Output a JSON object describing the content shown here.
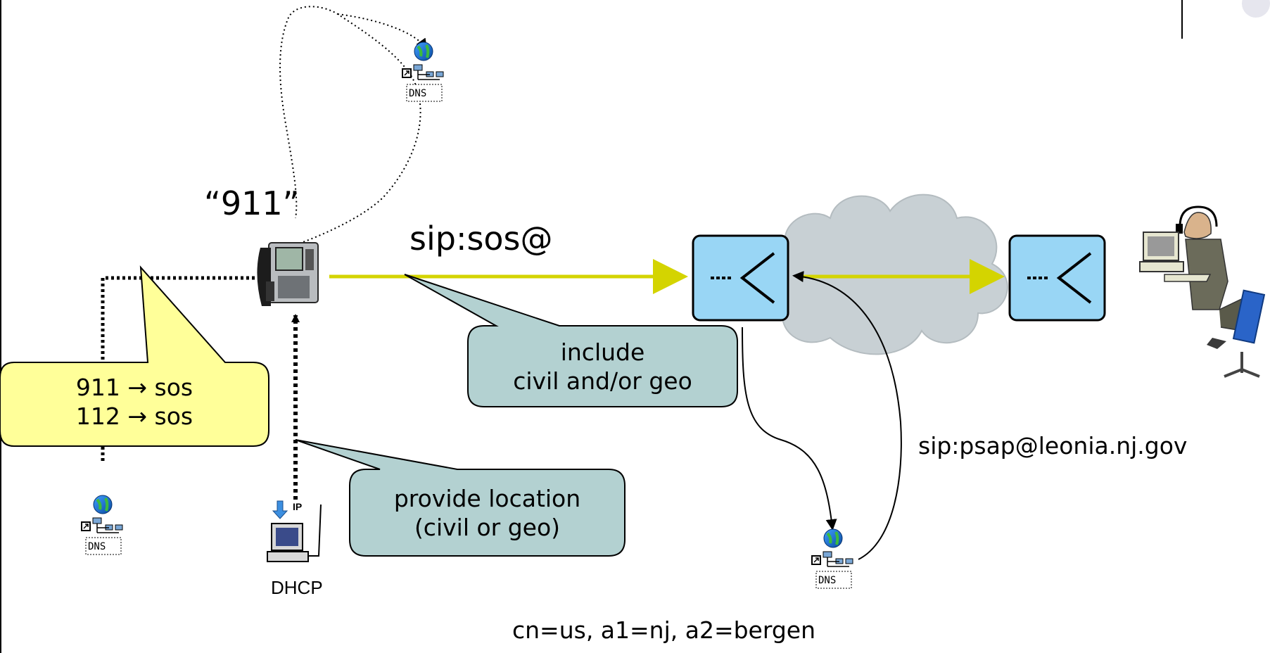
{
  "labels": {
    "dialed": "“911”",
    "sip_sos": "sip:sos@",
    "psap_uri": "sip:psap@leonia.nj.gov",
    "dhcp": "DHCP",
    "location_keys": "cn=us, a1=nj, a2=bergen"
  },
  "callouts": {
    "mapping": [
      "911 → sos",
      "112 → sos"
    ],
    "include": [
      "include",
      "civil and/or geo"
    ],
    "provide": [
      "provide location",
      "(civil or geo)"
    ]
  },
  "dns_badge": "DNS",
  "dhcp_badge": "IP",
  "colors": {
    "signal_arrow": "#d4d400",
    "proxy_fill": "#99d6f5",
    "callout_yellow": "#ffff99",
    "callout_teal": "#b3d1d1",
    "cloud": "#c8d0d4"
  }
}
